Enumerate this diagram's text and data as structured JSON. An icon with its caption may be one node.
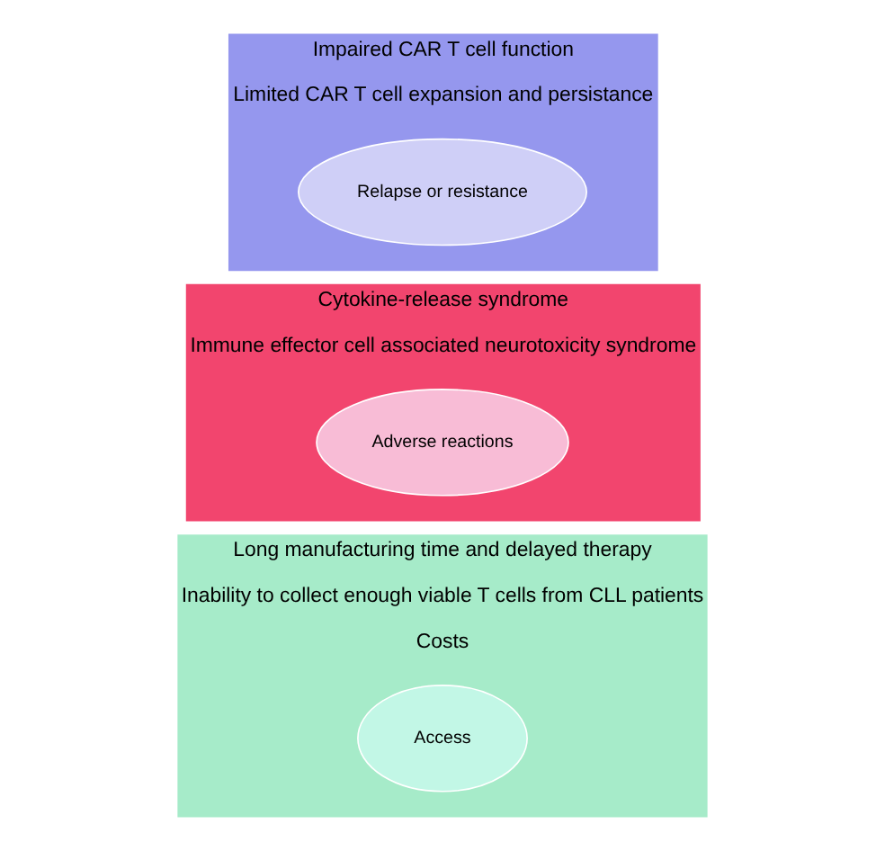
{
  "diagram": {
    "nodes": [
      {
        "text": [
          "Long manufacturing time and delayed therapy",
          "Inability to collect enough viable T cells from CLL patients",
          "Costs"
        ]
      },
      {
        "text": [
          "Access"
        ],
        "in": 0
      },
      {
        "text": [
          "Cytokine-release syndrome",
          "Immune effector cell associated neurotoxicity syndrome"
        ]
      },
      {
        "text": [
          "Adverse reactions"
        ],
        "in": 2
      },
      {
        "text": [
          "Impaired CAR T cell function",
          "Limited CAR T cell expansion and persistance"
        ]
      },
      {
        "text": [
          "Relapse or resistance"
        ],
        "in": 4
      }
    ]
  }
}
